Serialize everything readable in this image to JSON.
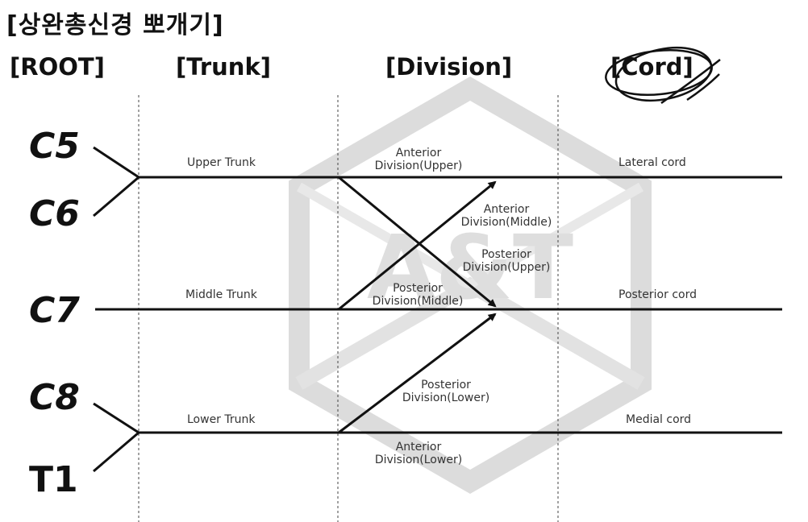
{
  "title": "[상완총신경 뽀개기]",
  "columns": {
    "root": "[ROOT]",
    "trunk": "[Trunk]",
    "division": "[Division]",
    "cord": "[Cord]"
  },
  "roots": {
    "c5": "C5",
    "c6": "C6",
    "c7": "C7",
    "c8": "C8",
    "t1": "T1"
  },
  "trunks": {
    "upper": "Upper Trunk",
    "middle": "Middle Trunk",
    "lower": "Lower Trunk"
  },
  "divisions": {
    "anterior_upper": [
      "Anterior",
      "Division(Upper)"
    ],
    "anterior_middle": [
      "Anterior",
      "Division(Middle)"
    ],
    "posterior_upper": [
      "Posterior",
      "Division(Upper)"
    ],
    "posterior_middle": [
      "Posterior",
      "Division(Middle)"
    ],
    "posterior_lower": [
      "Posterior",
      "Division(Lower)"
    ],
    "anterior_lower": [
      "Anterior",
      "Division(Lower)"
    ]
  },
  "cords": {
    "lateral": "Lateral cord",
    "posterior": "Posterior cord",
    "medial": "Medial cord"
  },
  "watermark": "A&T",
  "colors": {
    "line": "#111111",
    "guide": "#444444",
    "watermark": "#d6d6d6",
    "label": "#333333"
  }
}
